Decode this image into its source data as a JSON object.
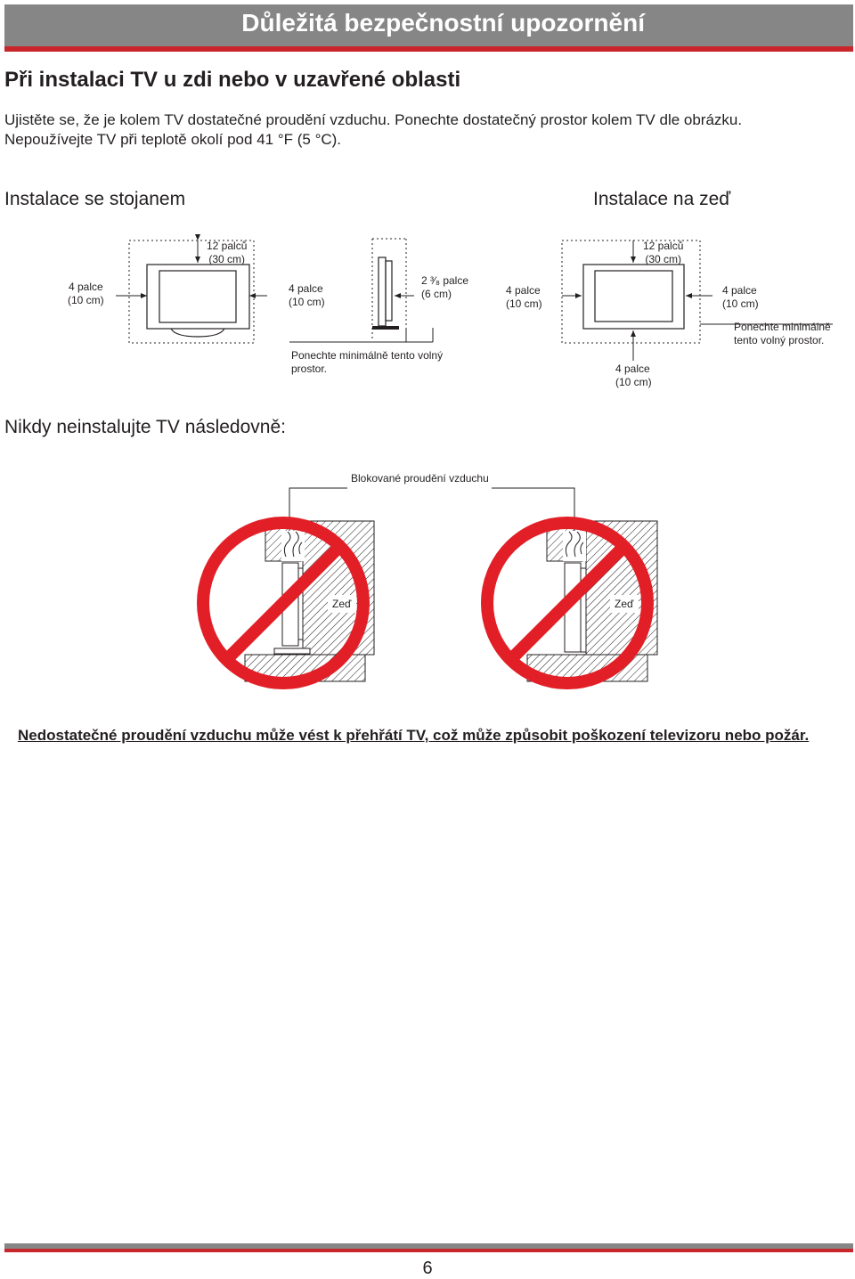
{
  "header": {
    "title": "Důležitá bezpečnostní upozornění",
    "bar_color": "#868686",
    "accent_color": "#c8262a"
  },
  "section": {
    "title": "Při instalaci TV u zdi nebo v uzavřené oblasti",
    "intro_line1": "Ujistěte se, že je kolem TV dostatečné proudění vzduchu. Ponechte dostatečný prostor kolem TV dle obrázku.",
    "intro_line2": "Nepoužívejte TV při teplotě okolí pod 41 °F (5 °C)."
  },
  "stand_install": {
    "title": "Instalace se stojanem",
    "top_clearance_1": "12 palců",
    "top_clearance_2": "(30 cm)",
    "left_clearance_1": "4 palce",
    "left_clearance_2": "(10 cm)",
    "right_clearance_1": "4 palce",
    "right_clearance_2": "(10 cm)",
    "rear_clearance_1": "2 ³⁄₈ palce",
    "rear_clearance_2": "(6 cm)",
    "note": "Ponechte minimálně tento volný",
    "note_2": "prostor."
  },
  "wall_install": {
    "title": "Instalace na zeď",
    "top_clearance_1": "12 palců",
    "top_clearance_2": "(30 cm)",
    "left_clearance_1": "4 palce",
    "left_clearance_2": "(10 cm)",
    "right_clearance_1": "4 palce",
    "right_clearance_2": "(10 cm)",
    "bottom_clearance_1": "4 palce",
    "bottom_clearance_2": "(10 cm)",
    "note": "Ponechte minimálně",
    "note_2": "tento volný prostor."
  },
  "never": {
    "title": "Nikdy neinstalujte TV následovně:",
    "blocked_label": "Blokované proudění vzduchu",
    "wall_label_left": "Zeď",
    "wall_label_right": "Zeď",
    "prohibition_color": "#e21f26"
  },
  "warning": "Nedostatečné proudění vzduchu může vést k přehřátí TV, což může způsobit poškození televizoru nebo požár.",
  "footer": {
    "page_number": "6"
  }
}
